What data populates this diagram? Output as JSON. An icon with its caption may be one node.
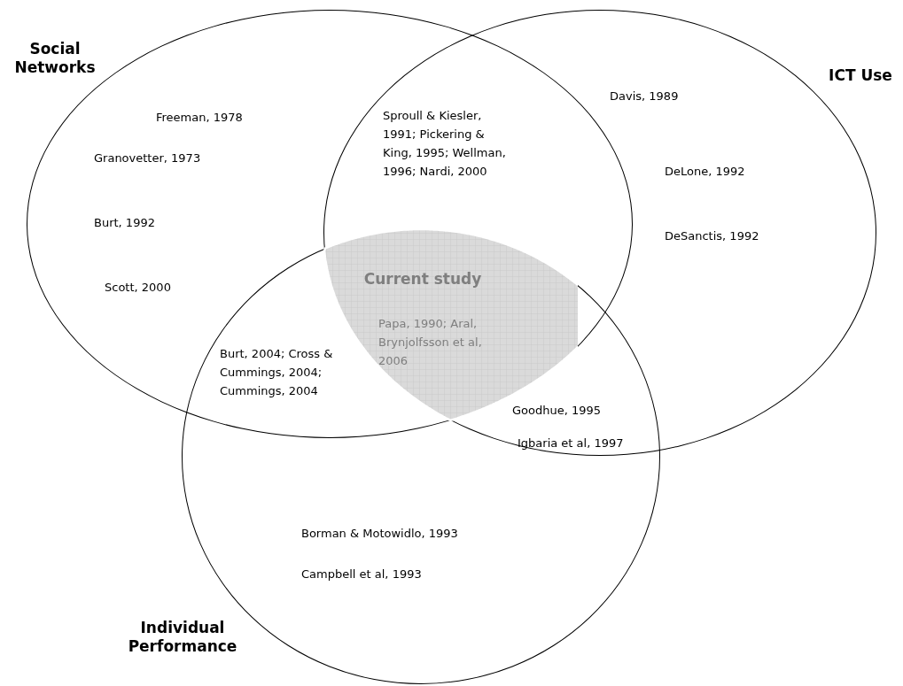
{
  "diagram": {
    "nodes": [
      {
        "text": [
          "Social Networks"
        ]
      },
      {
        "text": [
          "ICT Use"
        ]
      },
      {
        "text": [
          "Individual Performance"
        ]
      },
      {
        "text": [
          "Current study",
          "Papa, 1990; Aral, Brynjolfsson et al, 2006"
        ]
      }
    ],
    "labels": [
      "Freeman, 1978",
      "Granovetter, 1973",
      "Burt, 1992",
      "Scott, 2000",
      "Sproull & Kiesler, 1991; Pickering & King, 1995; Wellman, 1996; Nardi, 2000",
      "Davis, 1989",
      "DeLone, 1992",
      "DeSanctis, 1992",
      "Burt, 2004; Cross & Cummings, 2004; Cummings, 2004",
      "Goodhue, 1995",
      "Igbaria et al, 1997",
      "Borman & Motowidlo, 1993",
      "Campbell et al, 1993"
    ]
  }
}
